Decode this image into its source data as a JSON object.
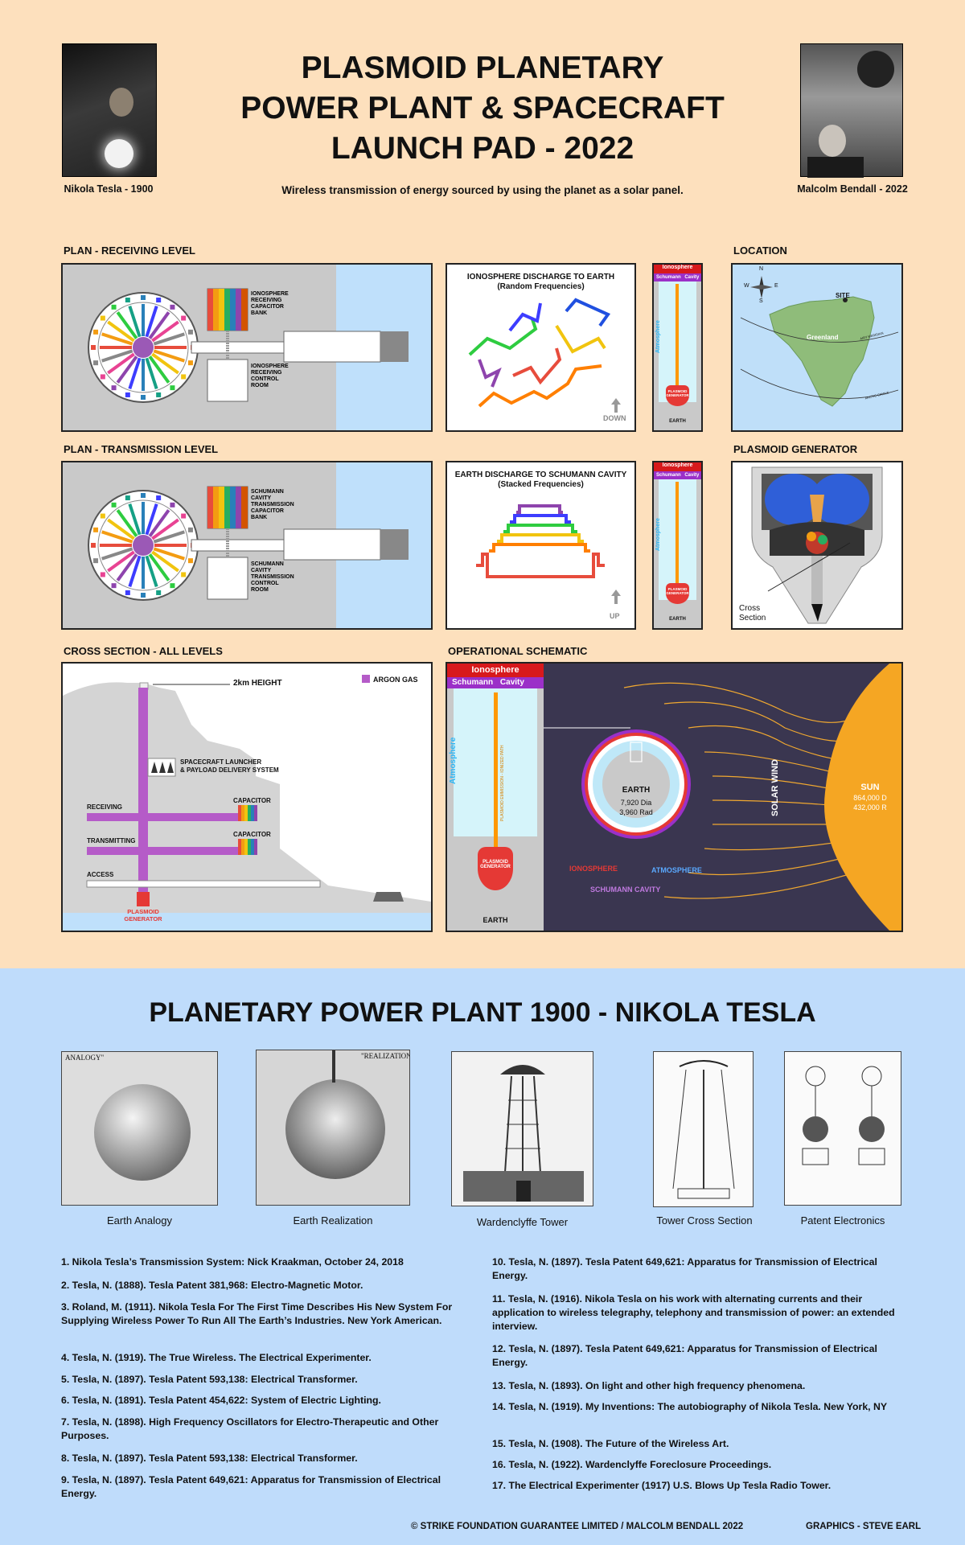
{
  "header": {
    "title_line1": "PLASMOID PLANETARY",
    "title_line2": "POWER PLANT & SPACECRAFT",
    "title_line3": "LAUNCH PAD - 2022",
    "subtitle": "Wireless transmission of energy sourced by using the planet as a solar panel.",
    "left_caption": "Nikola Tesla - 1900",
    "right_caption": "Malcolm Bendall - 2022"
  },
  "plan_receiving": {
    "heading": "PLAN -  RECEIVING LEVEL",
    "bank_label": "IONOSPHERE RECEIVING CAPACITOR BANK",
    "control_label": "IONOSPHERE RECEIVING CONTROL ROOM"
  },
  "plan_transmission": {
    "heading": "PLAN -  TRANSMISSION LEVEL",
    "bank_label": "SCHUMANN CAVITY TRANSMISSION CAPACITOR BANK",
    "control_label": "SCHUMANN CAVITY TRANSMISSION CONTROL ROOM"
  },
  "discharge_down": {
    "title": "IONOSPHERE DISCHARGE TO EARTH",
    "sub": "(Random Frequencies)",
    "dir": "DOWN"
  },
  "discharge_up": {
    "title": "EARTH DISCHARGE TO SCHUMANN CAVITY",
    "sub": "(Stacked Frequencies)",
    "dir": "UP"
  },
  "strip": {
    "ionosphere": "Ionosphere",
    "schumann": "Schumann",
    "cavity": "Cavity",
    "atmosphere": "Atmosphere",
    "generator": "PLASMOID GENERATOR",
    "earth": "EARTH"
  },
  "location": {
    "heading": "LOCATION",
    "site": "SITE",
    "region": "Greenland",
    "line1": "AIRY MERIDIAN",
    "line2": "ARCTIC CIRCLE",
    "compass": [
      "N",
      "E",
      "S",
      "W"
    ]
  },
  "generator": {
    "heading": "PLASMOID GENERATOR",
    "caption1": "Cross",
    "caption2": "Section"
  },
  "cross": {
    "heading": "CROSS SECTION - ALL LEVELS",
    "height": "2km HEIGHT",
    "legend": "ARGON GAS",
    "launcher1": "SPACECRAFT LAUNCHER",
    "launcher2": "& PAYLOAD DELIVERY SYSTEM",
    "receiving": "RECEIVING",
    "transmitting": "TRANSMITTING",
    "access": "ACCESS",
    "capacitor": "CAPACITOR",
    "gen1": "PLASMOID",
    "gen2": "GENERATOR"
  },
  "schematic": {
    "heading": "OPERATIONAL SCHEMATIC",
    "earth": "EARTH",
    "dia": "7,920 Dia",
    "rad": "3,960 Rad",
    "ionosphere": "IONOSPHERE",
    "atmosphere": "ATMOSPHERE",
    "schumann": "SCHUMANN CAVITY",
    "wind": "SOLAR WIND",
    "sun": "SUN",
    "sun_d": "864,000 D",
    "sun_r": "432,000 R",
    "path": "PLASMOID EMMISSION - IONIZED PATH"
  },
  "tesla": {
    "heading": "PLANETARY POWER PLANT 1900 - NIKOLA TESLA",
    "photos": [
      "Earth Analogy",
      "Earth Realization",
      "Wardenclyffe Tower",
      "Tower Cross Section",
      "Patent Electronics"
    ],
    "analogy_tag": "ANALOGY\"",
    "realization_tag": "\"REALIZATION"
  },
  "references_left": [
    "1. Nikola Tesla’s Transmission System:  Nick Kraakman, October 24, 2018",
    "2. Tesla, N. (1888). Tesla Patent 381,968: Electro-Magnetic Motor.",
    "3. Roland, M. (1911). Nikola Tesla For The First Time Describes His New System For Supplying Wireless Power To Run All The Earth’s Industries. New York American.",
    "4. Tesla, N. (1919). The True Wireless. The Electrical Experimenter.",
    "5. Tesla, N. (1897). Tesla Patent 593,138: Electrical Transformer.",
    "6. Tesla, N. (1891). Tesla Patent 454,622: System of Electric Lighting.",
    "7. Tesla, N. (1898). High Frequency Oscillators for Electro-Therapeutic and Other Purposes.",
    "8. Tesla, N. (1897). Tesla Patent 593,138: Electrical Transformer.",
    "9. Tesla, N. (1897). Tesla Patent 649,621: Apparatus for Transmission of Electrical Energy."
  ],
  "references_right": [
    "10. Tesla, N. (1897). Tesla Patent 649,621: Apparatus for Transmission of Electrical Energy.",
    "11. Tesla, N. (1916). Nikola Tesla on his work with alternating currents and their application to wireless telegraphy, telephony and transmission of power: an extended interview.",
    "12. Tesla, N. (1897). Tesla Patent 649,621: Apparatus for Transmission of Electrical Energy.",
    "13. Tesla, N. (1893). On light and other high frequency phenomena.",
    "14. Tesla, N. (1919). My Inventions: The autobiography of Nikola Tesla. New York, NY",
    "15. Tesla, N. (1908). The Future of the Wireless Art.",
    "16. Tesla, N. (1922). Wardenclyffe Foreclosure Proceedings.",
    "17. The Electrical Experimenter (1917) U.S. Blows Up Tesla Radio Tower."
  ],
  "footer": {
    "copyright": "© STRIKE FOUNDATION GUARANTEE LIMITED / MALCOLM BENDALL 2022",
    "graphics": "GRAPHICS - STEVE EARL"
  }
}
